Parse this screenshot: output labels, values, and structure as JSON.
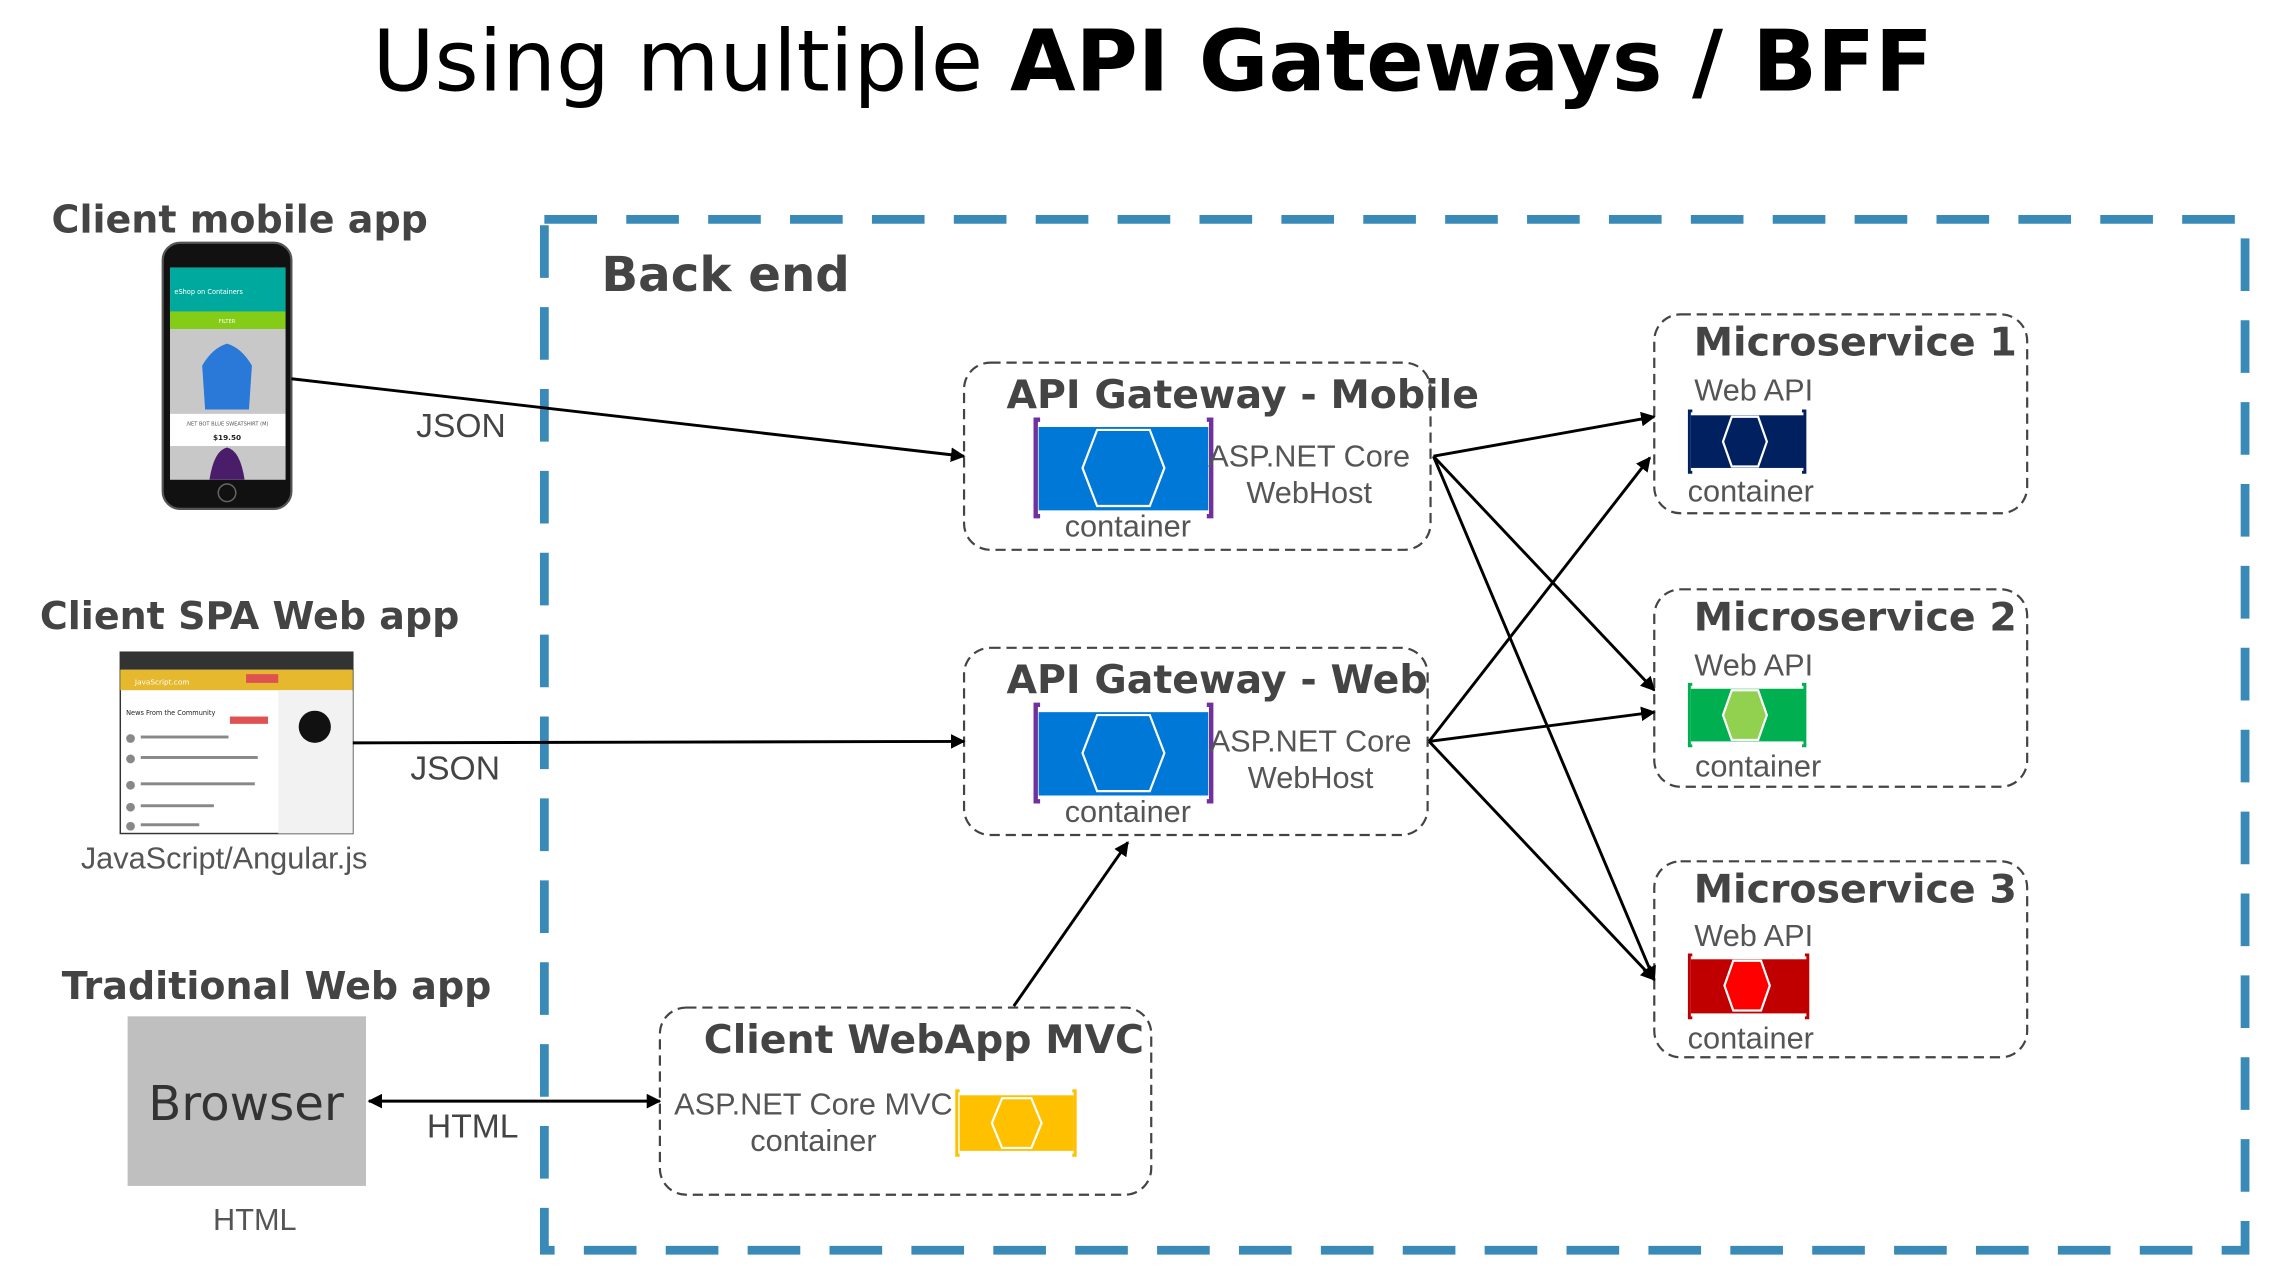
{
  "title": {
    "prefix": "Using multiple ",
    "bold": "API Gateways / BFF"
  },
  "backend": {
    "label": "Back end",
    "border_color": "#3a8ab8"
  },
  "clients": {
    "mobile": {
      "label": "Client mobile app",
      "protocol": "JSON",
      "app_title": "eShop on Containers",
      "filter": "FILTER",
      "product": ".NET BOT BLUE SWEATSHIRT (M)",
      "price": "$19.50"
    },
    "spa": {
      "label": "Client SPA Web app",
      "protocol": "JSON",
      "caption": "JavaScript/Angular.js",
      "site": "JavaScript.com",
      "news": "News From the Community"
    },
    "traditional": {
      "label": "Traditional Web app",
      "browser": "Browser",
      "protocol": "HTML",
      "caption": "HTML"
    }
  },
  "gateways": [
    {
      "title": "API Gateway - Mobile",
      "line1": "ASP.NET Core",
      "line2": "WebHost",
      "container": "container",
      "color": "#0078d7",
      "bracket": "#7030a0"
    },
    {
      "title": "API Gateway - Web",
      "line1": "ASP.NET Core",
      "line2": "WebHost",
      "container": "container",
      "color": "#0078d7",
      "bracket": "#7030a0"
    }
  ],
  "mvc": {
    "title": "Client WebApp MVC",
    "line1": "ASP.NET Core MVC",
    "line2": "container",
    "color": "#ffc000"
  },
  "microservices": [
    {
      "title": "Microservice 1",
      "api": "Web API",
      "container": "container",
      "color": "#002060",
      "hex": "#002060"
    },
    {
      "title": "Microservice 2",
      "api": "Web API",
      "container": "container",
      "color": "#00b050",
      "hex": "#92d050"
    },
    {
      "title": "Microservice 3",
      "api": "Web API",
      "container": "container",
      "color": "#c00000",
      "hex": "#ff0000"
    }
  ]
}
